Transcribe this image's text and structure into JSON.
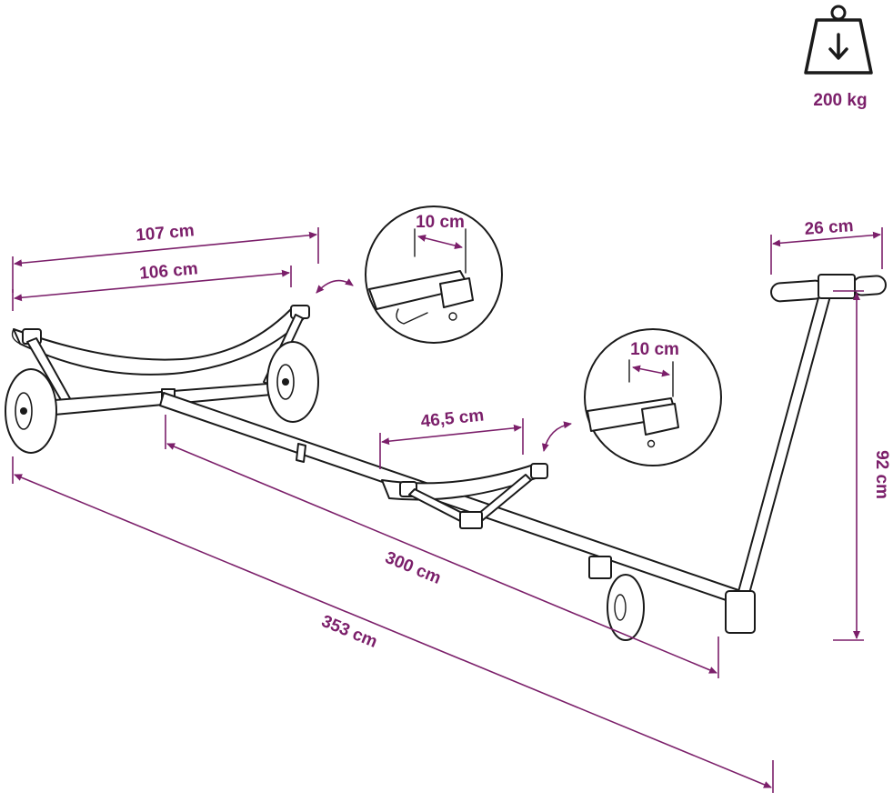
{
  "weight": {
    "icon": "weight-icon",
    "label": "200 kg"
  },
  "dimensions": {
    "width_outer": "107 cm",
    "width_inner": "106 cm",
    "detail_front": "10 cm",
    "detail_rear": "10 cm",
    "handle_width": "26 cm",
    "height": "92 cm",
    "rear_support": "46,5 cm",
    "frame_length": "300 cm",
    "total_length": "353 cm"
  },
  "colors": {
    "accent": "#7b1f6a",
    "line": "#1a1a1a",
    "background": "#ffffff"
  }
}
